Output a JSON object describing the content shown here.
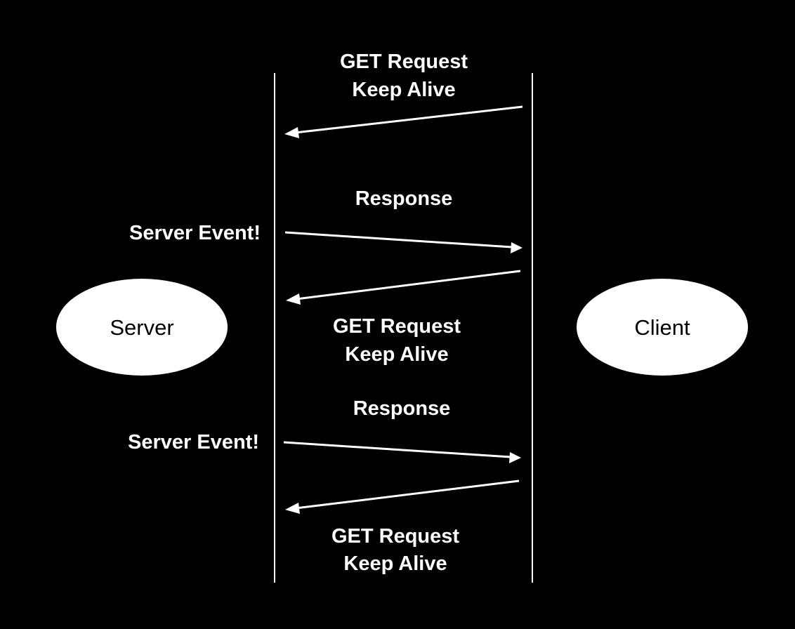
{
  "nodes": {
    "server": "Server",
    "client": "Client"
  },
  "messages": {
    "request_1": {
      "line1": "GET Request",
      "line2": "Keep Alive"
    },
    "response_1": "Response",
    "event_1": "Server Event!",
    "request_2": {
      "line1": "GET Request",
      "line2": "Keep Alive"
    },
    "response_2": "Response",
    "event_2": "Server Event!",
    "request_3": {
      "line1": "GET Request",
      "line2": "Keep Alive"
    }
  },
  "colors": {
    "background": "#000000",
    "foreground": "#ffffff"
  }
}
